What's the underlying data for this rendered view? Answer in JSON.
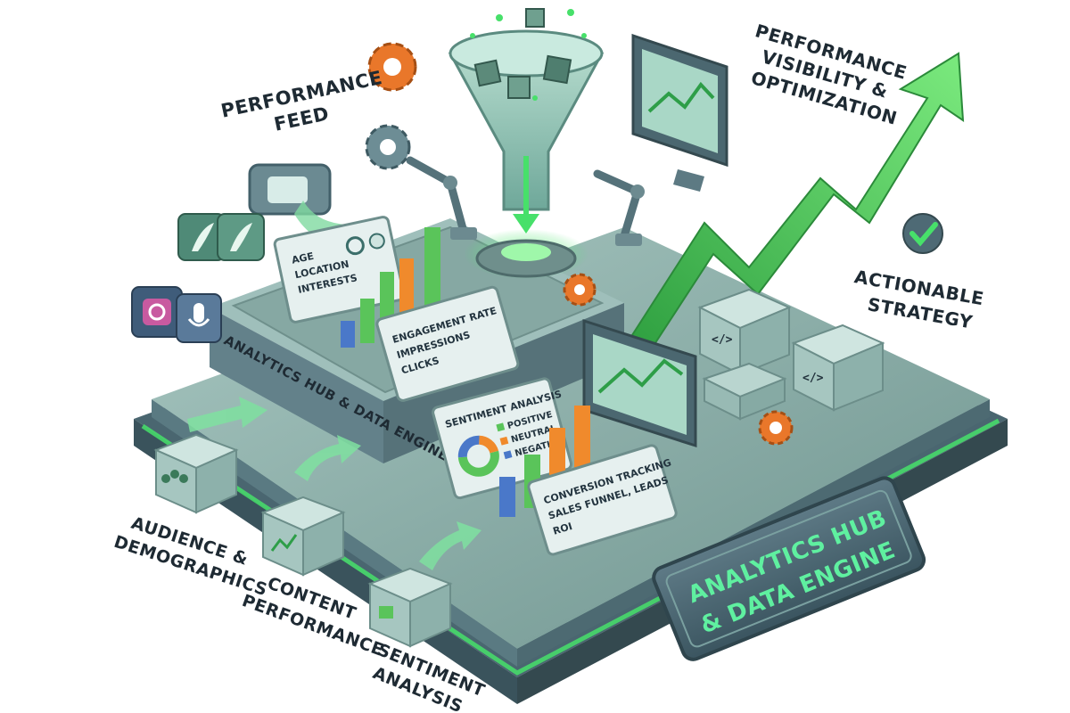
{
  "labels": {
    "performance_feed": [
      "PERFORMANCE",
      "FEED"
    ],
    "visibility": [
      "PERFORMANCE",
      "VISIBILITY &",
      "OPTIMIZATION"
    ],
    "actionable": [
      "ACTIONABLE",
      "STRATEGY"
    ],
    "audience": [
      "AUDIENCE &",
      "DEMOGRAPHICS"
    ],
    "content": [
      "CONTENT",
      "PERFORMANCE"
    ],
    "sentiment": [
      "SENTIMENT",
      "ANALYSIS"
    ]
  },
  "hub_band_label": "ANALYTICS HUB & DATA ENGINE",
  "badge": [
    "ANALYTICS HUB",
    "& DATA ENGINE"
  ],
  "cards": {
    "demographics": [
      "AGE",
      "LOCATION",
      "INTERESTS"
    ],
    "engagement": [
      "ENGAGEMENT RATE",
      "IMPRESSIONS",
      "CLICKS"
    ],
    "sentiment_title": "SENTIMENT ANALYSIS",
    "sentiment_items": [
      "POSITIVE",
      "NEUTRAL",
      "NEGATIVE"
    ],
    "conversion": [
      "CONVERSION TRACKING",
      "SALES FUNNEL, LEADS",
      "ROI"
    ]
  },
  "colors": {
    "platform": "#5f7f87",
    "platform_top": "#8fb1ad",
    "neon": "#47e06a",
    "arrow_green": "#3fc24f",
    "bar_blue": "#4a78c9",
    "bar_green": "#5ac45a",
    "bar_orange": "#f08a2c",
    "gear_orange": "#e9772a",
    "check_green": "#3bc44a"
  },
  "icons": [
    "gear-icon",
    "funnel-icon",
    "bar-chart-icon",
    "trend-arrow-icon",
    "check-icon",
    "data-cube-icon",
    "monitor-icon",
    "robot-arm-icon",
    "camera-icon",
    "microphone-icon",
    "feather-icon",
    "users-icon",
    "location-pin-icon",
    "user-icon",
    "donut-chart-icon",
    "code-icon"
  ]
}
